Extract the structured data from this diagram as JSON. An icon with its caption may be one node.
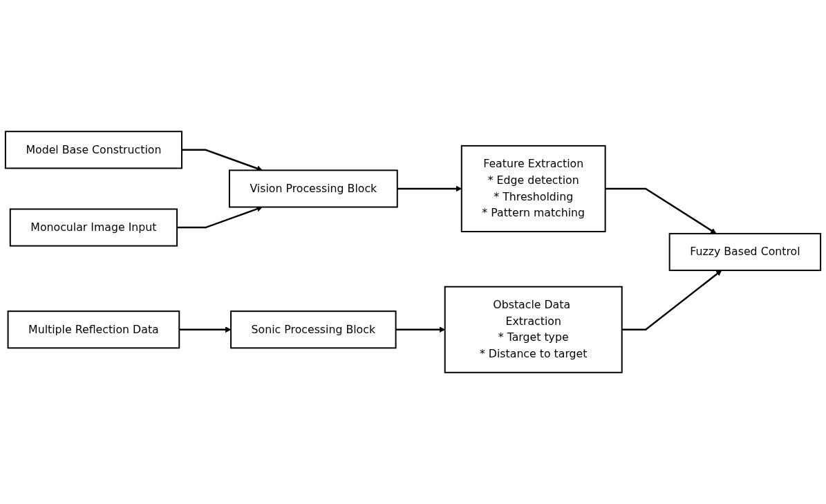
{
  "diagram": {
    "nodes": [
      {
        "text": [
          "Model Base Construction"
        ]
      },
      {
        "text": [
          "Monocular Image Input"
        ]
      },
      {
        "text": [
          "Vision Processing Block"
        ]
      },
      {
        "text": [
          "Feature Extraction",
          "* Edge detection",
          "* Thresholding",
          "* Pattern matching"
        ]
      },
      {
        "text": [
          "Fuzzy Based Control"
        ]
      },
      {
        "text": [
          "Multiple Reflection Data"
        ]
      },
      {
        "text": [
          "Sonic Processing Block"
        ]
      },
      {
        "text": [
          "Obstacle Data Extraction",
          "* Target type",
          "* Distance to target"
        ]
      }
    ],
    "edges": [
      {
        "from": 0,
        "to": 2,
        "arrow": "to"
      },
      {
        "from": 1,
        "to": 2,
        "arrow": "to"
      },
      {
        "from": 2,
        "to": 3,
        "arrow": "to"
      },
      {
        "from": 3,
        "to": 4,
        "arrow": "to"
      },
      {
        "from": 7,
        "to": 4,
        "arrow": "to"
      },
      {
        "from": 5,
        "to": 6,
        "arrow": "to"
      },
      {
        "from": 6,
        "to": 7,
        "arrow": "to"
      }
    ]
  }
}
